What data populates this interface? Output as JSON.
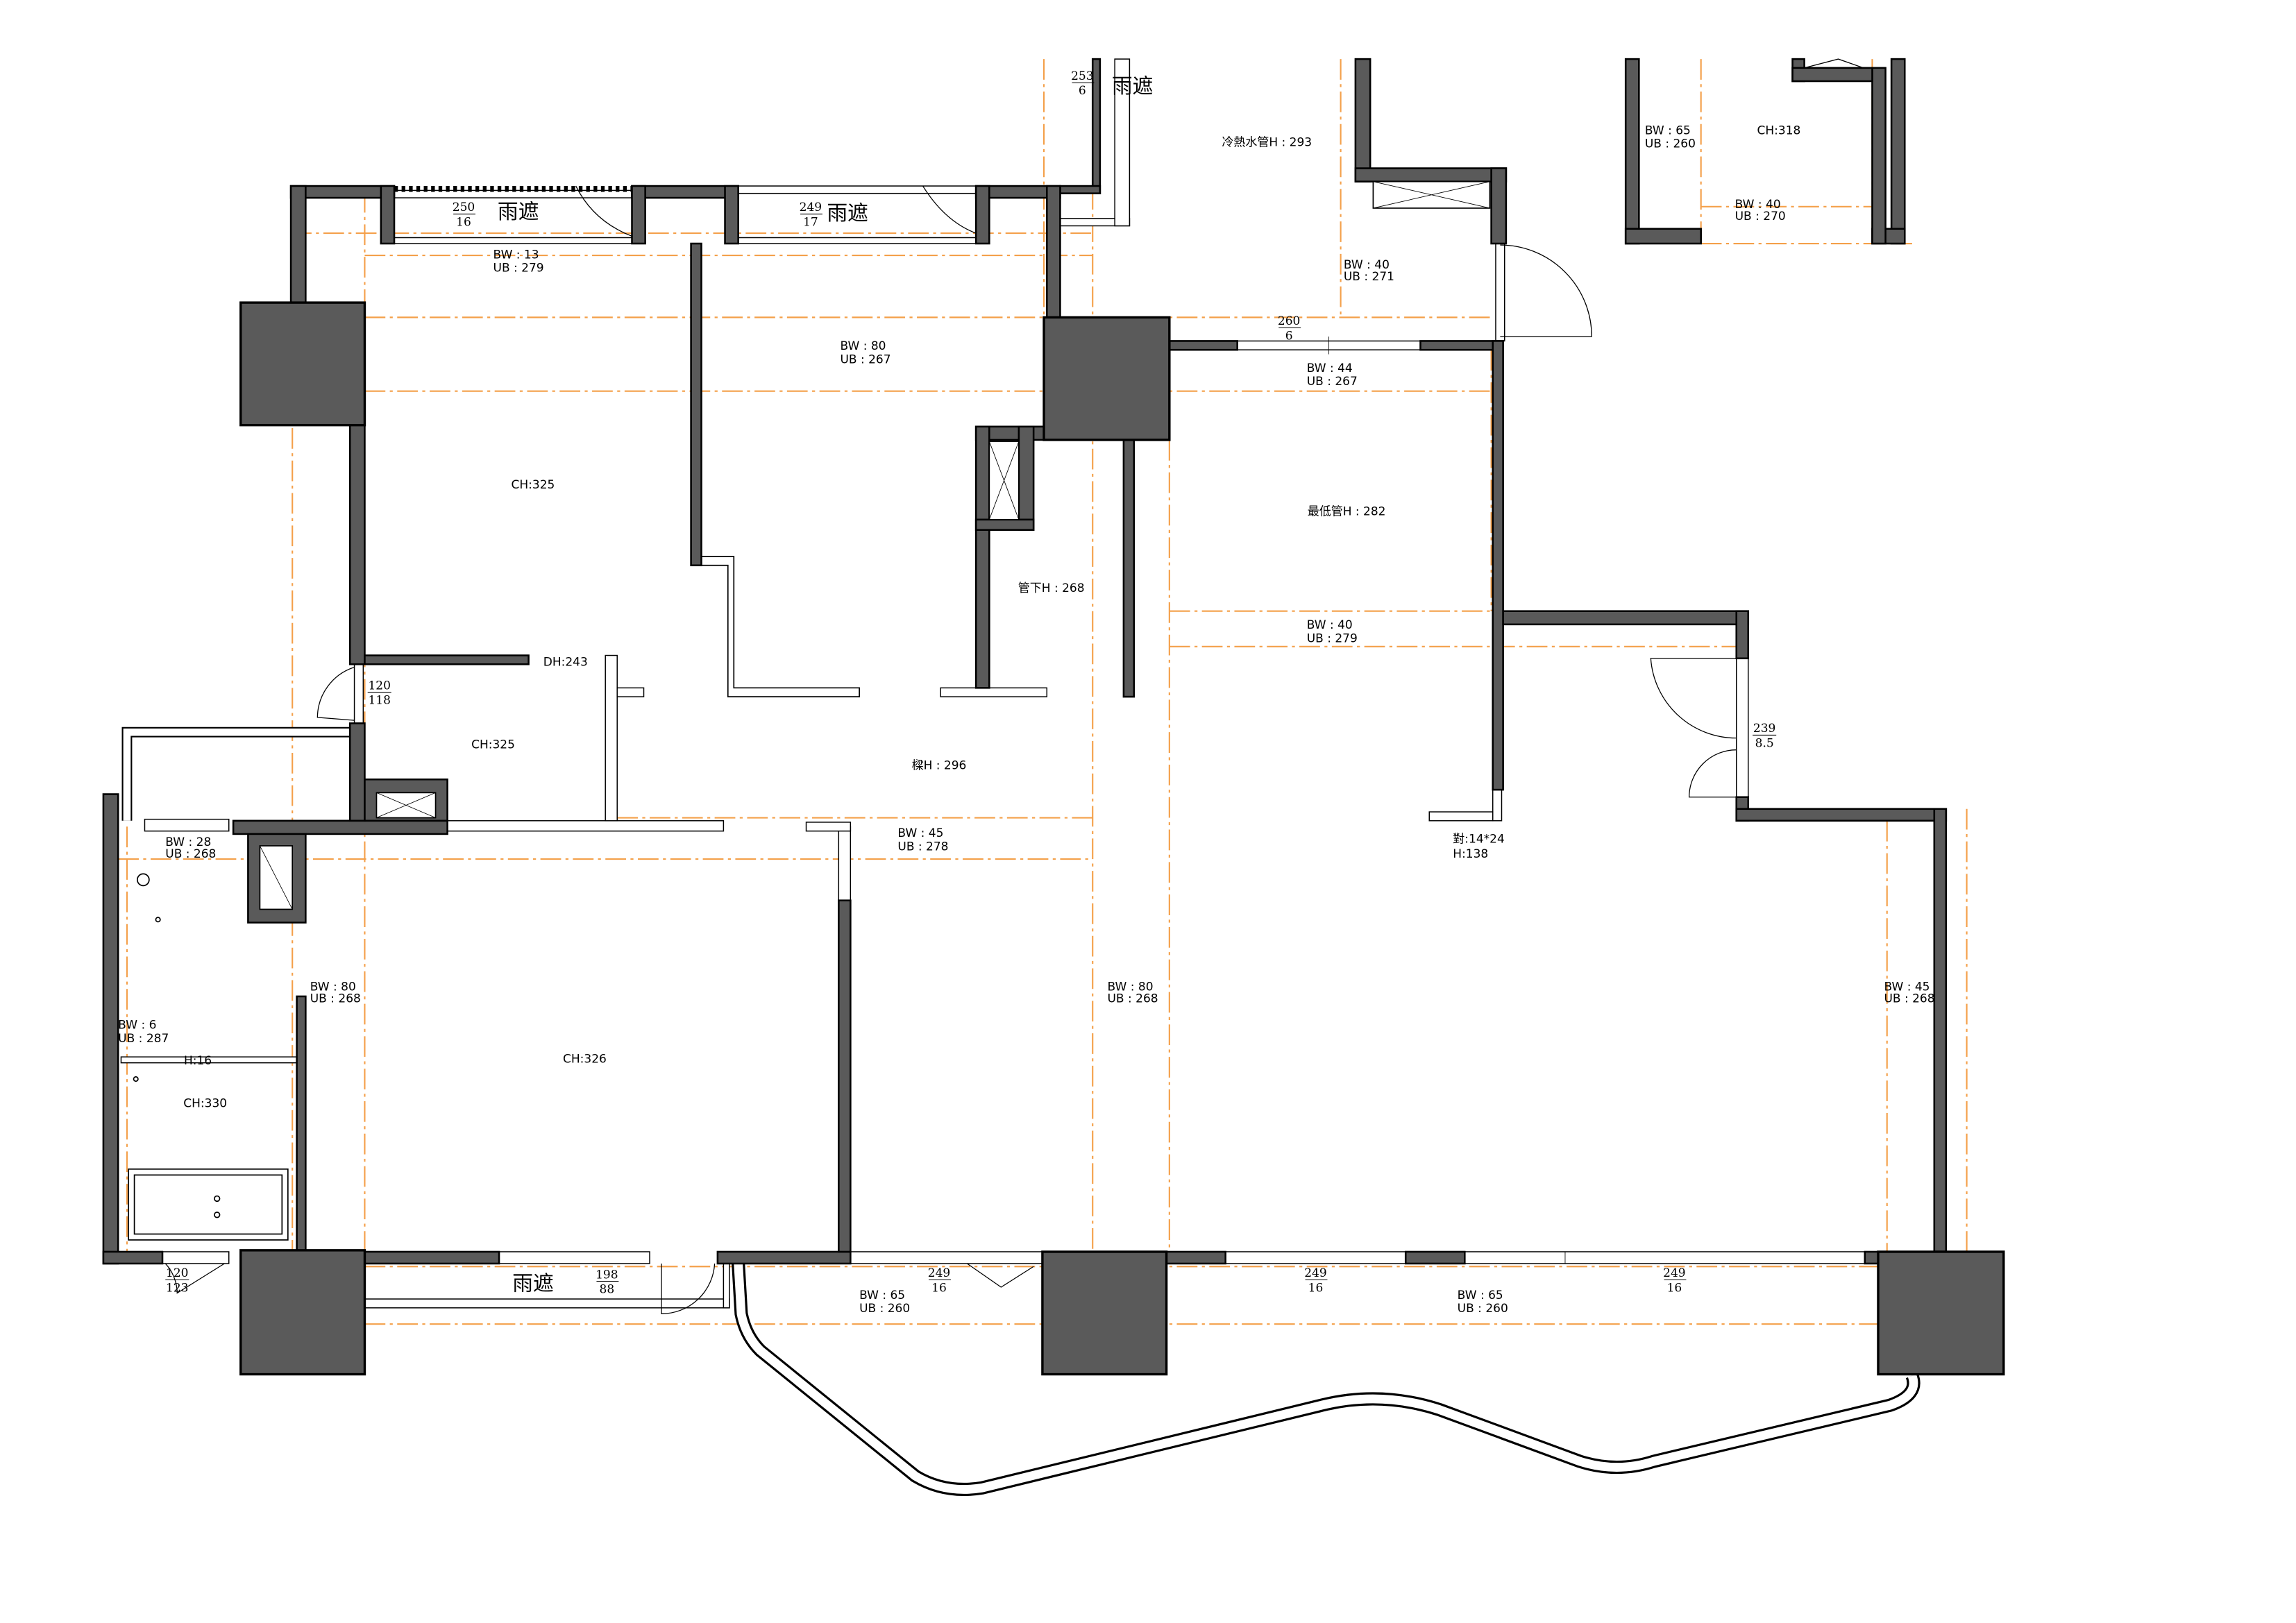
{
  "colors": {
    "wall": "#5A5A5A",
    "axis_line": "#F4A04A",
    "outline": "#000000",
    "background": "#FFFFFF"
  },
  "drawing": {
    "rooms": {
      "ceiling_top_left": "CH:325",
      "ceiling_mid_left": "CH:325",
      "ceiling_main": "CH:326",
      "ceiling_bath": "CH:330",
      "ceiling_top_right": "CH:318",
      "door_height": "DH:243"
    },
    "heights": {
      "hot_cold_pipe": "冷熱水管H : 293",
      "lowest_pipe": "最低管H : 282",
      "under_pipe": "管下H : 268",
      "beam": "樑H : 296",
      "bath_step": "H:16"
    },
    "fixture": {
      "size": "對:14*24",
      "height": "H:138"
    },
    "canopies": [
      "雨遮",
      "雨遮",
      "雨遮",
      "雨遮"
    ],
    "openings": [
      {
        "width": "253",
        "depth": "6"
      },
      {
        "width": "250",
        "depth": "16"
      },
      {
        "width": "249",
        "depth": "17"
      },
      {
        "width": "260",
        "depth": "6"
      },
      {
        "width": "120",
        "depth": "118"
      },
      {
        "width": "239",
        "depth": "8.5"
      },
      {
        "width": "120",
        "depth": "123"
      },
      {
        "width": "198",
        "depth": "88"
      },
      {
        "width": "249",
        "depth": "16"
      },
      {
        "width": "249",
        "depth": "16"
      },
      {
        "width": "249",
        "depth": "16"
      }
    ],
    "beam_tags": [
      {
        "bw": "BW : 65",
        "ub": "UB : 260"
      },
      {
        "bw": "BW : 40",
        "ub": "UB : 270"
      },
      {
        "bw": "BW : 13",
        "ub": "UB : 279"
      },
      {
        "bw": "BW : 40",
        "ub": "UB : 271"
      },
      {
        "bw": "BW : 80",
        "ub": "UB : 267"
      },
      {
        "bw": "BW : 44",
        "ub": "UB : 267"
      },
      {
        "bw": "BW : 40",
        "ub": "UB : 279"
      },
      {
        "bw": "BW : 45",
        "ub": "UB : 278"
      },
      {
        "bw": "BW : 28",
        "ub": "UB : 268"
      },
      {
        "bw": "BW : 80",
        "ub": "UB : 268"
      },
      {
        "bw": "BW : 80",
        "ub": "UB : 268"
      },
      {
        "bw": "BW : 45",
        "ub": "UB : 268"
      },
      {
        "bw": "BW : 6",
        "ub": "UB : 287"
      },
      {
        "bw": "BW : 65",
        "ub": "UB : 260"
      },
      {
        "bw": "BW : 65",
        "ub": "UB : 260"
      }
    ]
  }
}
